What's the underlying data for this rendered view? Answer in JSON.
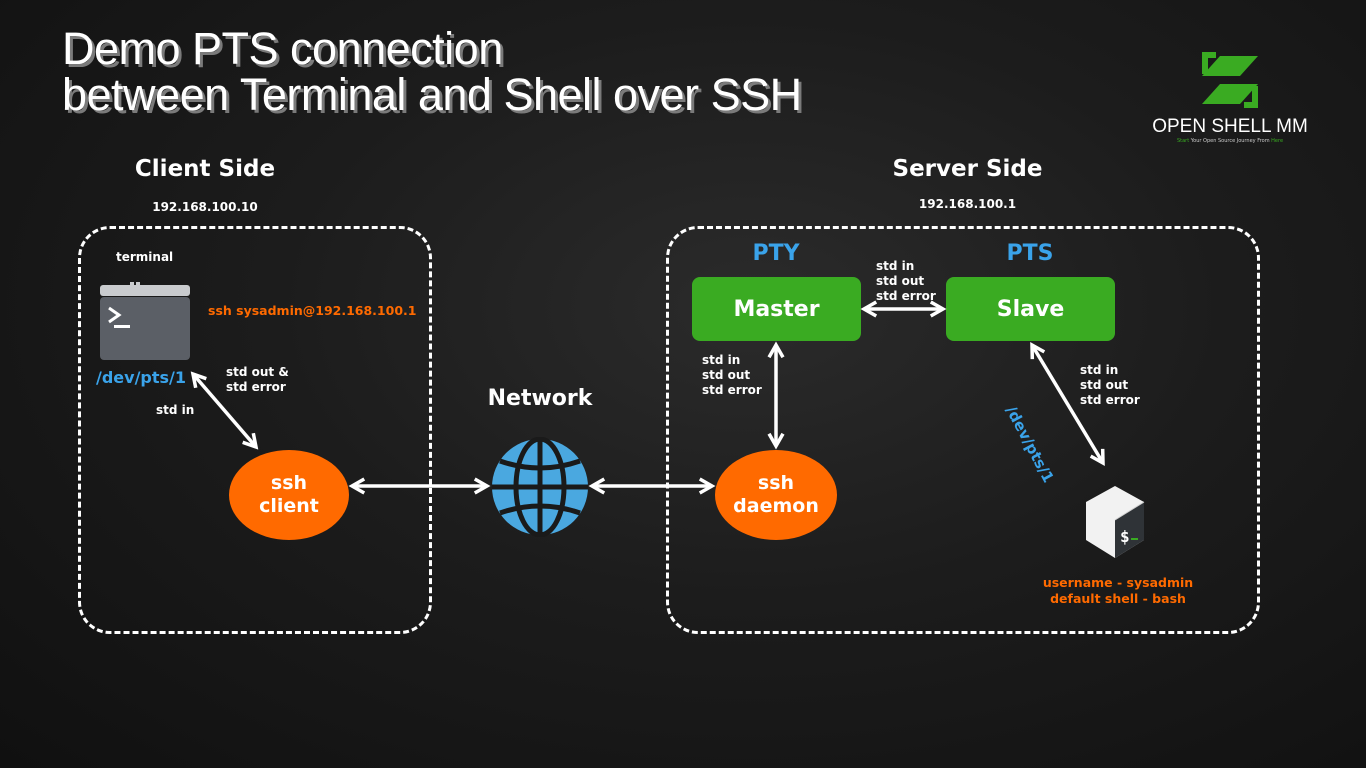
{
  "title": {
    "line1": "Demo PTS connection",
    "line2": "between Terminal and Shell over SSH"
  },
  "logo": {
    "icon": "open-shell-logo-icon",
    "name": "OPEN SHELL MM",
    "tagline_start": "Start",
    "tagline_mid": " Your Open Source Journey From ",
    "tagline_end": "Here",
    "brand_color": "#3aab22"
  },
  "client": {
    "heading": "Client Side",
    "ip": "192.168.100.10",
    "terminal_label": "terminal",
    "terminal_icon": "terminal-window-icon",
    "command": "ssh sysadmin@192.168.100.1",
    "pts_path": "/dev/pts/1",
    "stdout_label_1": "std out &",
    "stdout_label_2": "std error",
    "stdin_label": "std in",
    "ssh_client_1": "ssh",
    "ssh_client_2": "client"
  },
  "network": {
    "label": "Network",
    "icon": "globe-icon"
  },
  "server": {
    "heading": "Server Side",
    "ip": "192.168.100.1",
    "pty_label": "PTY",
    "pts_label": "PTS",
    "master": "Master",
    "slave": "Slave",
    "master_slave_streams": [
      "std in",
      "std out",
      "std error"
    ],
    "daemon_master_streams": [
      "std in",
      "std out",
      "std error"
    ],
    "slave_shell_streams": [
      "std in",
      "std out",
      "std error"
    ],
    "pts_path": "/dev/pts/1",
    "ssh_daemon_1": "ssh",
    "ssh_daemon_2": "daemon",
    "shell_icon": "bash-shell-icon",
    "username": "username - sysadmin",
    "default_shell": "default shell - bash"
  },
  "colors": {
    "accent_blue": "#3aa3ea",
    "accent_orange": "#ff6a00",
    "accent_green": "#3aab22"
  }
}
